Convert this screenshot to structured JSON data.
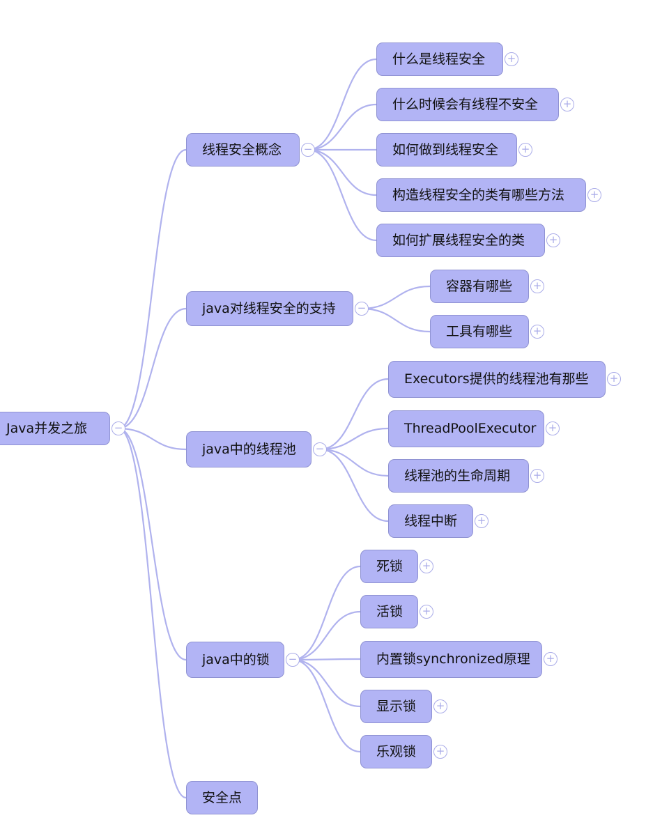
{
  "colors": {
    "node_fill": "#b2b4f5",
    "node_border": "#8f92d2",
    "edge": "#b0b2ee",
    "toggle": "#a9abe8"
  },
  "root": {
    "label": "Java并发之旅",
    "toggle_icon": "−"
  },
  "branches": [
    {
      "label": "线程安全概念",
      "toggle_icon": "−",
      "children": [
        {
          "label": "什么是线程安全",
          "toggle_icon": "+"
        },
        {
          "label": "什么时候会有线程不安全",
          "toggle_icon": "+"
        },
        {
          "label": "如何做到线程安全",
          "toggle_icon": "+"
        },
        {
          "label": "构造线程安全的类有哪些方法",
          "toggle_icon": "+"
        },
        {
          "label": "如何扩展线程安全的类",
          "toggle_icon": "+"
        }
      ]
    },
    {
      "label": "java对线程安全的支持",
      "toggle_icon": "−",
      "children": [
        {
          "label": "容器有哪些",
          "toggle_icon": "+"
        },
        {
          "label": "工具有哪些",
          "toggle_icon": "+"
        }
      ]
    },
    {
      "label": "java中的线程池",
      "toggle_icon": "−",
      "children": [
        {
          "label": "Executors提供的线程池有那些",
          "toggle_icon": "+"
        },
        {
          "label": "ThreadPoolExecutor",
          "toggle_icon": "+"
        },
        {
          "label": "线程池的生命周期",
          "toggle_icon": "+"
        },
        {
          "label": "线程中断",
          "toggle_icon": "+"
        }
      ]
    },
    {
      "label": "java中的锁",
      "toggle_icon": "−",
      "children": [
        {
          "label": "死锁",
          "toggle_icon": "+"
        },
        {
          "label": "活锁",
          "toggle_icon": "+"
        },
        {
          "label": "内置锁synchronized原理",
          "toggle_icon": "+"
        },
        {
          "label": "显示锁",
          "toggle_icon": "+"
        },
        {
          "label": "乐观锁",
          "toggle_icon": "+"
        }
      ]
    },
    {
      "label": "安全点",
      "children": []
    }
  ]
}
